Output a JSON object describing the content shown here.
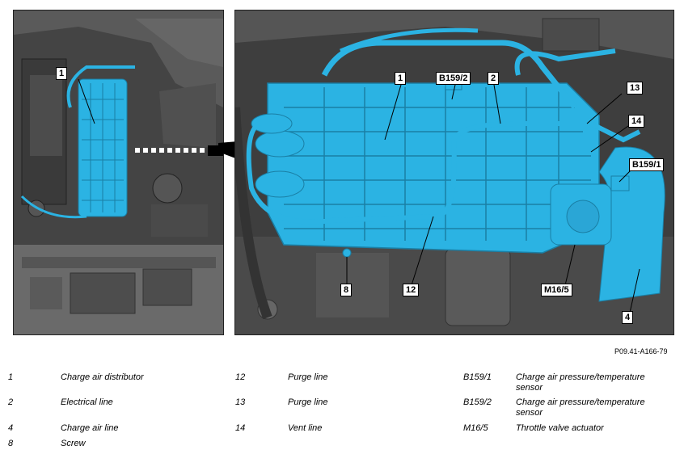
{
  "figure": {
    "reference_code": "P09.41-A166-79",
    "left_callouts": [
      "1"
    ],
    "right_callouts": [
      "1",
      "B159/2",
      "2",
      "13",
      "14",
      "B159/1",
      "8",
      "12",
      "M16/5",
      "4"
    ]
  },
  "legend": [
    {
      "num": "1",
      "text": "Charge air distributor"
    },
    {
      "num": "2",
      "text": "Electrical line"
    },
    {
      "num": "4",
      "text": "Charge air line"
    },
    {
      "num": "8",
      "text": "Screw"
    },
    {
      "num": "12",
      "text": "Purge line"
    },
    {
      "num": "13",
      "text": "Purge line"
    },
    {
      "num": "14",
      "text": "Vent line"
    },
    {
      "num": "B159/1",
      "text": "Charge air pressure/temperature sensor"
    },
    {
      "num": "B159/2",
      "text": "Charge air pressure/temperature sensor"
    },
    {
      "num": "M16/5",
      "text": "Throttle valve actuator"
    }
  ],
  "colors": {
    "highlight": "#2bb3e3",
    "engine": "#4a4a4a"
  }
}
